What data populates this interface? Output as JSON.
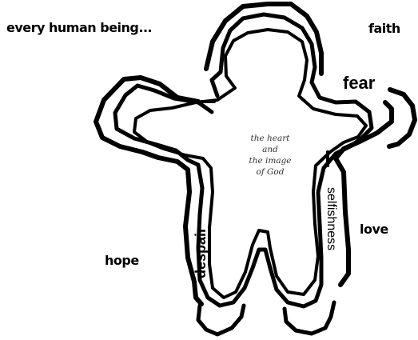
{
  "labels": {
    "title": "every human being...",
    "faith": "faith",
    "fear": "fear",
    "love": "love",
    "hope": "hope",
    "despair": "despair",
    "selfishness": "selfishness"
  },
  "center_text": {
    "line1": "the heart",
    "line2": "and",
    "line3": "the image",
    "line4": "of God"
  },
  "colors": {
    "ink": "#000000",
    "background": "#ffffff"
  }
}
